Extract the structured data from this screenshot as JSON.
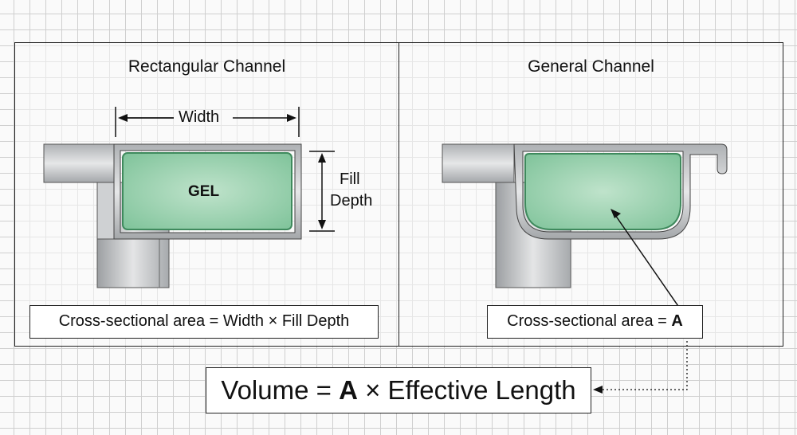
{
  "left_panel": {
    "title": "Rectangular Channel",
    "width_label": "Width",
    "fill_label_line1": "Fill",
    "fill_label_line2": "Depth",
    "gel_label": "GEL",
    "formula": "Cross-sectional area = Width × Fill Depth"
  },
  "right_panel": {
    "title": "General Channel",
    "formula_prefix": "Cross-sectional area = ",
    "formula_symbol": "A"
  },
  "volume": {
    "prefix": "Volume = ",
    "symbol": "A",
    "suffix": " × Effective Length"
  },
  "colors": {
    "gel_fill": "#8fcfa6",
    "gel_edge": "#3f8a5d",
    "metal": "#c4c6c8",
    "outline": "#222222"
  }
}
